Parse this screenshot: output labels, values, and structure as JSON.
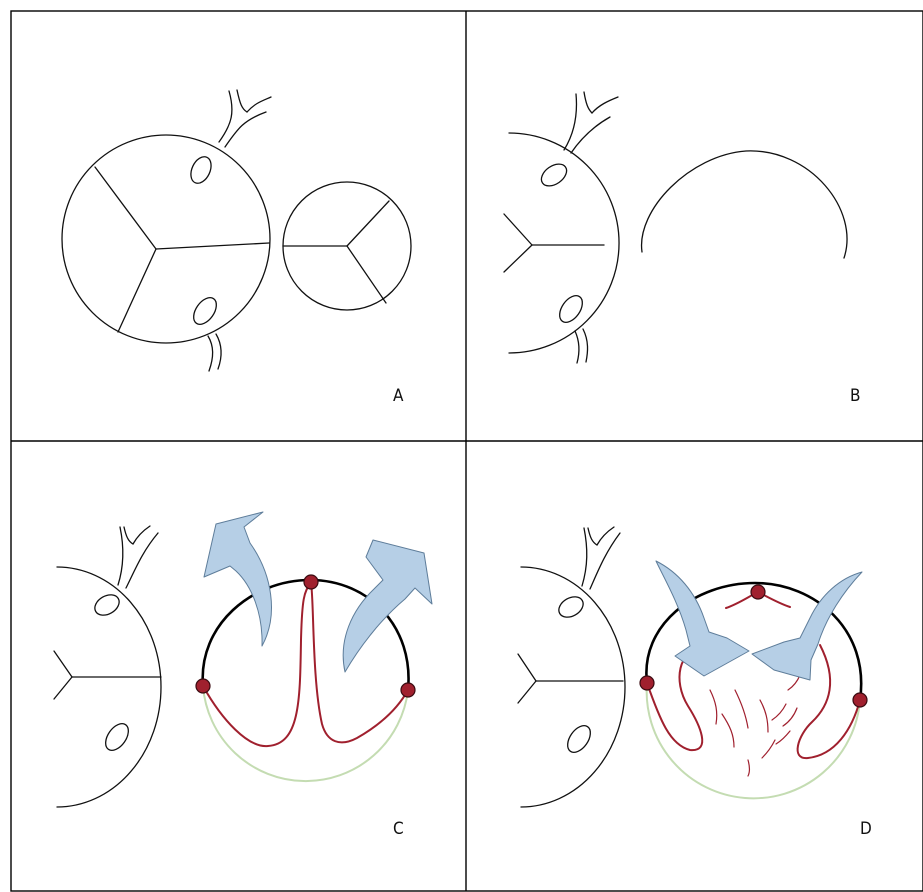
{
  "panels": [
    {
      "id": "A",
      "label": "A"
    },
    {
      "id": "B",
      "label": "B"
    },
    {
      "id": "C",
      "label": "C"
    },
    {
      "id": "D",
      "label": "D"
    }
  ],
  "colors": {
    "border": "#000000",
    "outline": "#111111",
    "leaflet_red": "#a0202e",
    "anchor_dot": "#a0202e",
    "arrow_fill": "#b6cfe6",
    "annulus_green": "#c4dcb2"
  }
}
